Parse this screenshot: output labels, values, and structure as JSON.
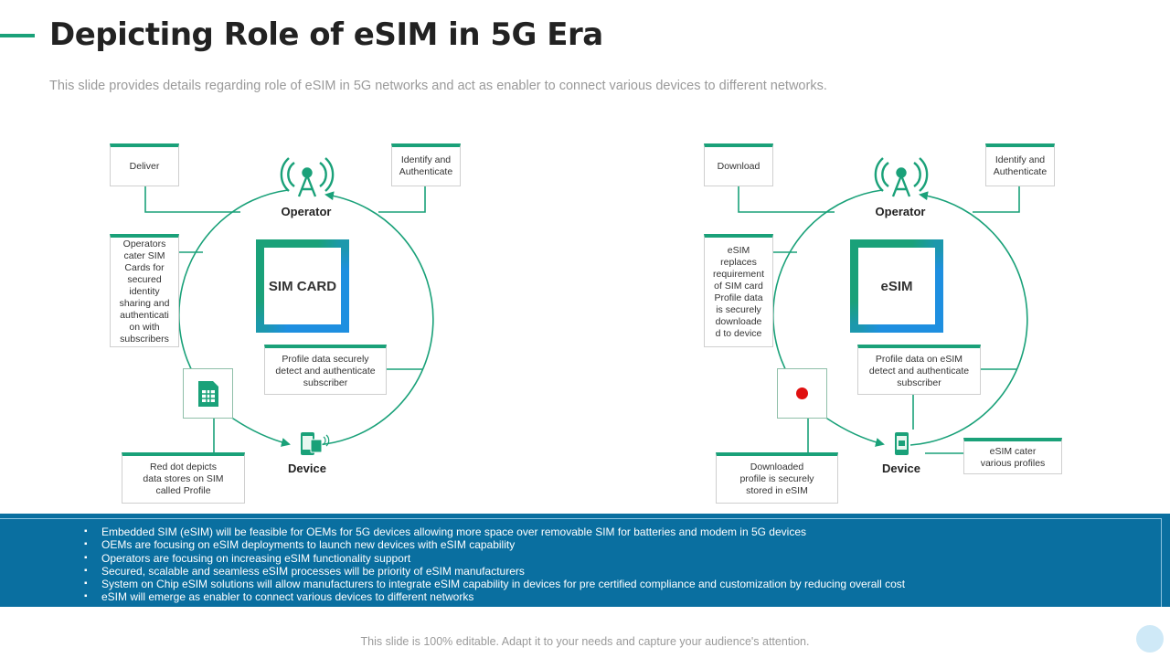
{
  "header": {
    "title": "Depicting Role of eSIM in 5G Era",
    "subtitle": "This slide provides details regarding role of eSIM in 5G networks and act as enabler to connect various devices to different networks."
  },
  "left_diagram": {
    "center_label": "SIM CARD",
    "operator_label": "Operator",
    "device_label": "Device",
    "box_deliver": "Deliver",
    "box_identify": [
      "Identify and",
      "Authenticate"
    ],
    "box_operators": [
      "Operators",
      "cater SIM",
      "Cards for",
      "secured",
      "identity",
      "sharing and",
      "authenticati",
      "on with",
      "subscribers"
    ],
    "box_profile": [
      "Profile data securely",
      "detect and authenticate",
      "subscriber"
    ],
    "box_reddot": [
      "Red dot depicts",
      "data stores on SIM",
      "called Profile"
    ]
  },
  "right_diagram": {
    "center_label": "eSIM",
    "operator_label": "Operator",
    "device_label": "Device",
    "box_download": "Download",
    "box_identify": [
      "Identify and",
      "Authenticate"
    ],
    "box_esim_replaces": [
      "eSIM",
      "replaces",
      "requirement",
      "of SIM  card",
      "Profile data",
      "is securely",
      "downloade",
      "d to device"
    ],
    "box_profile": [
      "Profile data on eSIM",
      "detect and authenticate",
      "subscriber"
    ],
    "box_downloaded": [
      "Downloaded",
      "profile is securely",
      "stored in eSIM"
    ],
    "box_cater": [
      "eSIM  cater",
      "various profiles"
    ]
  },
  "bullets": [
    "Embedded SIM (eSIM) will be feasible for OEMs for 5G devices allowing more space over removable SIM for batteries and modem in 5G devices",
    "OEMs  are focusing on eSIM deployments to launch new devices with eSIM capability",
    "Operators are focusing on increasing eSIM functionality support",
    "Secured, scalable and seamless eSIM processes will be priority of eSIM manufacturers",
    "System on Chip eSIM solutions will allow manufacturers to integrate eSIM capability in devices for pre certified compliance and customization by reducing overall cost",
    "eSIM will emerge as enabler to connect various devices to different networks"
  ],
  "footer": "This slide is 100% editable. Adapt it to your needs and capture your audience's attention.",
  "colors": {
    "accent": "#1aa179",
    "blue": "#1e8fe0",
    "band": "#0a6fa0",
    "red_dot": "#e01010"
  },
  "icons": [
    "antenna-icon",
    "sim-card-icon",
    "phone-sim-icon",
    "red-dot-icon"
  ]
}
